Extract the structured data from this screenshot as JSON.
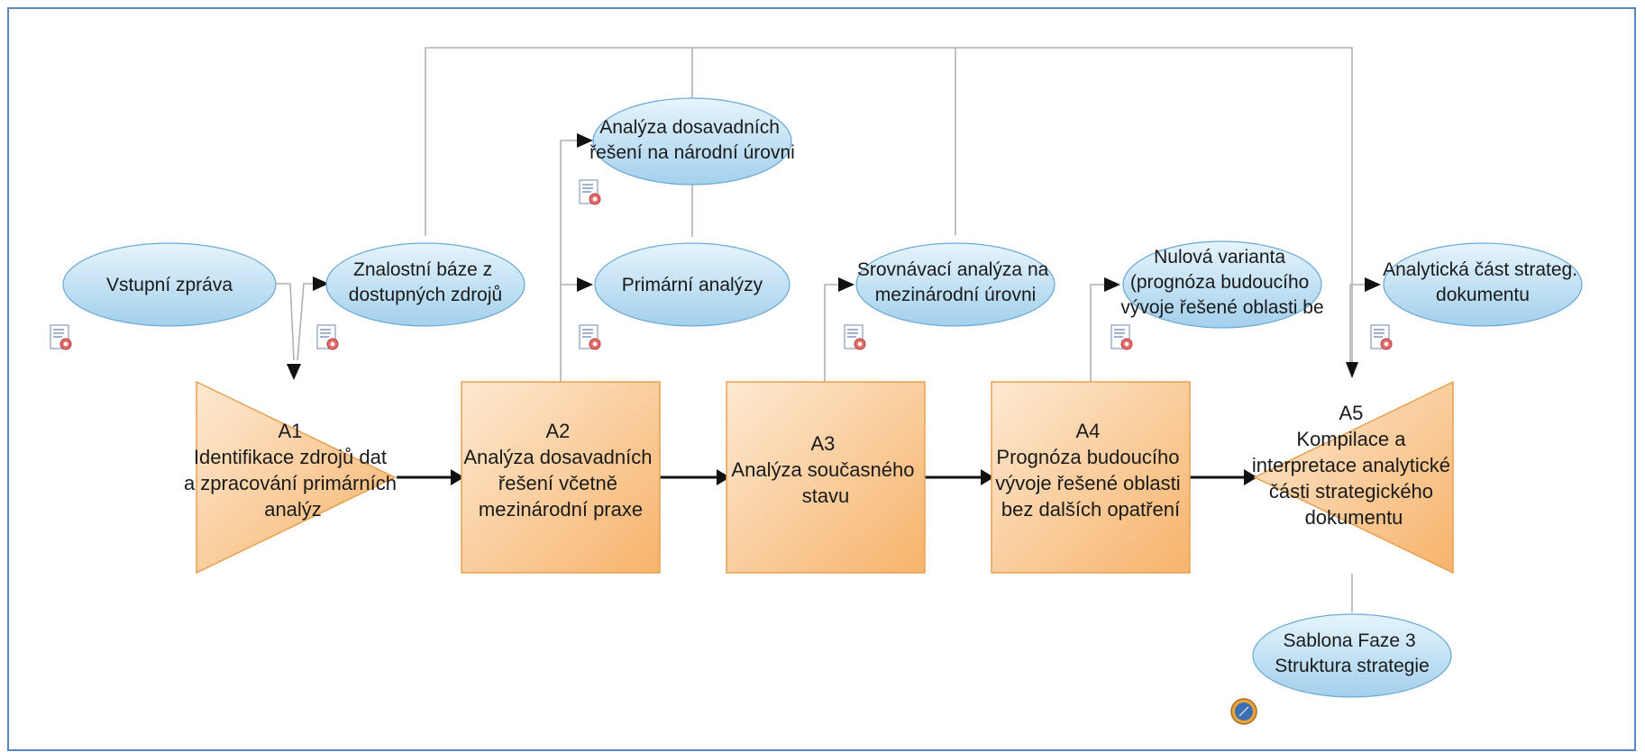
{
  "activities": [
    {
      "id": "A1",
      "lines": [
        "Identifikace zdrojů dat",
        "a zpracování primárních",
        "analýz"
      ]
    },
    {
      "id": "A2",
      "lines": [
        "Analýza dosavadních",
        "řešení včetně",
        "mezinárodní praxe"
      ]
    },
    {
      "id": "A3",
      "lines": [
        "Analýza současného",
        "stavu"
      ]
    },
    {
      "id": "A4",
      "lines": [
        "Prognóza budoucího",
        "vývoje řešené oblasti",
        "bez dalších opatření"
      ]
    },
    {
      "id": "A5",
      "lines": [
        "Kompilace a",
        "interpretace analytické",
        "části strategického",
        "dokumentu"
      ]
    }
  ],
  "inputs": {
    "vstupni_zprava": [
      "Vstupní zpráva"
    ]
  },
  "outputs": {
    "znalostni_baze": [
      "Znalostní báze z",
      "dostupných zdrojů"
    ],
    "analyza_dosavadnich": [
      "Analýza dosavadních",
      "řešení na národní úrovni"
    ],
    "primarni_analyzy": [
      "Primární analýzy"
    ],
    "srovnavaci_analyza": [
      "Srovnávací analýza na",
      "mezinárodní úrovni"
    ],
    "nulova_varianta": [
      "Nulová varianta",
      "(prognóza budoucího",
      "vývoje  řešené  oblasti be"
    ],
    "analyticka_cast": [
      "Analytická část strateg.",
      "dokumentu"
    ],
    "sablona": [
      "Sablona Faze 3",
      "Struktura strategie"
    ]
  },
  "colors": {
    "activity_fill_light": "#fde5c8",
    "activity_fill_dark": "#f7b36b",
    "activity_stroke": "#e8a050",
    "ellipse_fill_light": "#dff0fb",
    "ellipse_fill_dark": "#9ccbea",
    "ellipse_stroke": "#6ba9d6",
    "connector": "#b0b0b0",
    "flow_arrow": "#111111",
    "frame": "#5b86c2"
  }
}
